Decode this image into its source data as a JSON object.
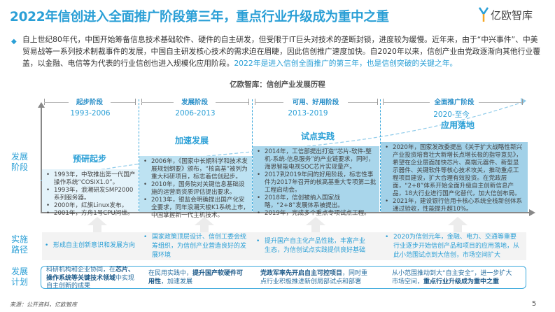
{
  "title": "2022年信创进入全面推广阶段第三年，重点行业升级成为重中之重",
  "logo": {
    "text": "亿欧智库",
    "icon": "yiou-logo-icon"
  },
  "intro": {
    "text": "自上世纪80年代，中国开始筹备信息技术基础软件、硬件的自主研发，但受限于IT巨头对技术的垄断封锁，进度较为缓慢。近年来，由于“中兴事件”、中美贸易战等一系列技术制裁事件的发展，中国自主研发核心技术的需求迫在眉睫，因此信创推广速度加快。自2020年以来，信创产业由党政逐渐向其他行业覆盖，以金融、电信等为代表的行业信创也进入规模化应用阶段。",
    "highlight": "2022年是进入信创全面推广的第三年，也是信创突破的关键之年。"
  },
  "chart_title": "亿欧智库：信创产业发展历程",
  "row_labels": {
    "stage": "发展\n阶段",
    "impl": "实施\n路径",
    "plan": "发展\n计划"
  },
  "colors": {
    "accent": "#2a9fd6",
    "box1": "#e4f3fa",
    "box2": "#bde2f2",
    "box3": "#a9d6eb",
    "box4": "#a2d1e8"
  },
  "stages": [
    {
      "name": "起步阶段",
      "years": "1993-2006",
      "phase": "预研起步",
      "events": [
        "1993年，中软推出第一代国产操作系统“COSIX1.0”。",
        "1993年，浪潮研发SMP2000系列服务器。",
        "2000年，红旗Linux发布。",
        "2001年，方舟1号CPU问世。"
      ],
      "impl": "形成自主创新意识和发展方向",
      "plan": [
        {
          "t": "科研机构和企业协同，在",
          "b": false
        },
        {
          "t": "芯片、操作系统等关键技术领域",
          "b": true
        },
        {
          "t": "中实现自主创新的成果",
          "b": false
        }
      ]
    },
    {
      "name": "发展阶段",
      "years": "2006-2013",
      "phase": "加速发展",
      "events": [
        "2006年，《国家中长期科学和技术发展规划纲要》颁布，“核高基”被列为重大科研项目，标志着信创起步。",
        "2010年，国务院对关键信息基础设施的运营商资质评估提出要求。",
        "2013年，银监会明确提出国产化安全要求，同年浪潮天梭K1系统上市，中国掌握新一代主机技术。"
      ],
      "impl": "国家政策顶层设计、信创工委会统筹组织，为信创产业营造良好的发展环境",
      "plan": [
        {
          "t": "在民用实践中，",
          "b": false
        },
        {
          "t": "提升国产软硬件可用性",
          "b": true
        },
        {
          "t": "，加速发展",
          "b": false
        }
      ]
    },
    {
      "name": "可用、好用阶段",
      "years": "2013-2019",
      "phase": "试点实践",
      "events": [
        "2014年，工信部提出打造“芯片-软件-整机-系统-信息服务”的产业链要求，同时，海思智能电视SOC芯片实现量产。",
        "2017到2019年间的好用阶段，标志性事件为2017年召开的核高基重大专项第二批工程启动会。",
        "2018年，信创被纳入国家战略，“2+8”发展体系被提出。",
        "2019年，完成多个重点专项试点工程。"
      ],
      "impl": "提升国产自主化产品性能，丰富产业生态，为信创试点实践提供良好基础",
      "plan": [
        {
          "t": "党政军率先开启自主可控项目",
          "b": true
        },
        {
          "t": "，同时重点行业积极推进新创局部试点和部署",
          "b": false
        }
      ]
    },
    {
      "name": "全面推广阶段",
      "years": "2020-至今",
      "phase": "应用落地",
      "events": [
        "2020年，国家发改委提出《关于扩大战略性新兴产业投资培育壮大新增长点增长极的指导意见》，希望在企业层面加快芯片、高端元器件、新型显示器件、关键软件等核心技术攻关，推动重点工程项目建设，扩大合理有效投资。在党政层面，“2+8”体系开始全面升级自主创新信息产品，18大行业进行国产化替代，加大信创布局。",
        "2021年，建设银行信用卡核心系统全栈新创体系通过验收，性能提升超10%。"
      ],
      "impl": "2020为信创元年，金融、电力、交通等重要行业逐步开始信创产品和项目的应用落地，从此小范围试点到大信创，市场空间扩大",
      "plan": [
        {
          "t": "从小范围推动到大“自主安全”，进一步扩大市场空间，",
          "b": false
        },
        {
          "t": "重点行业升级成为重中之重",
          "b": true
        }
      ]
    }
  ],
  "source": "来源：公开资料，亿欧智库",
  "page_number": "5"
}
